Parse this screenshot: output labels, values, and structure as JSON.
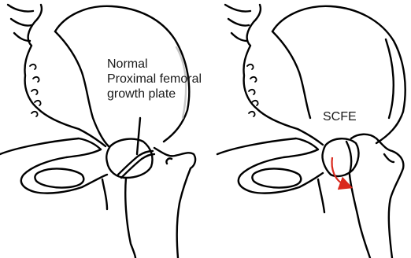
{
  "labels": {
    "normal_line1": "Normal",
    "normal_line2": "Proximal femoral",
    "normal_line3": "growth plate",
    "scfe": "SCFE"
  },
  "colors": {
    "line": "#000000",
    "arrow": "#d9281c",
    "highlight": "#c8c8c8"
  }
}
